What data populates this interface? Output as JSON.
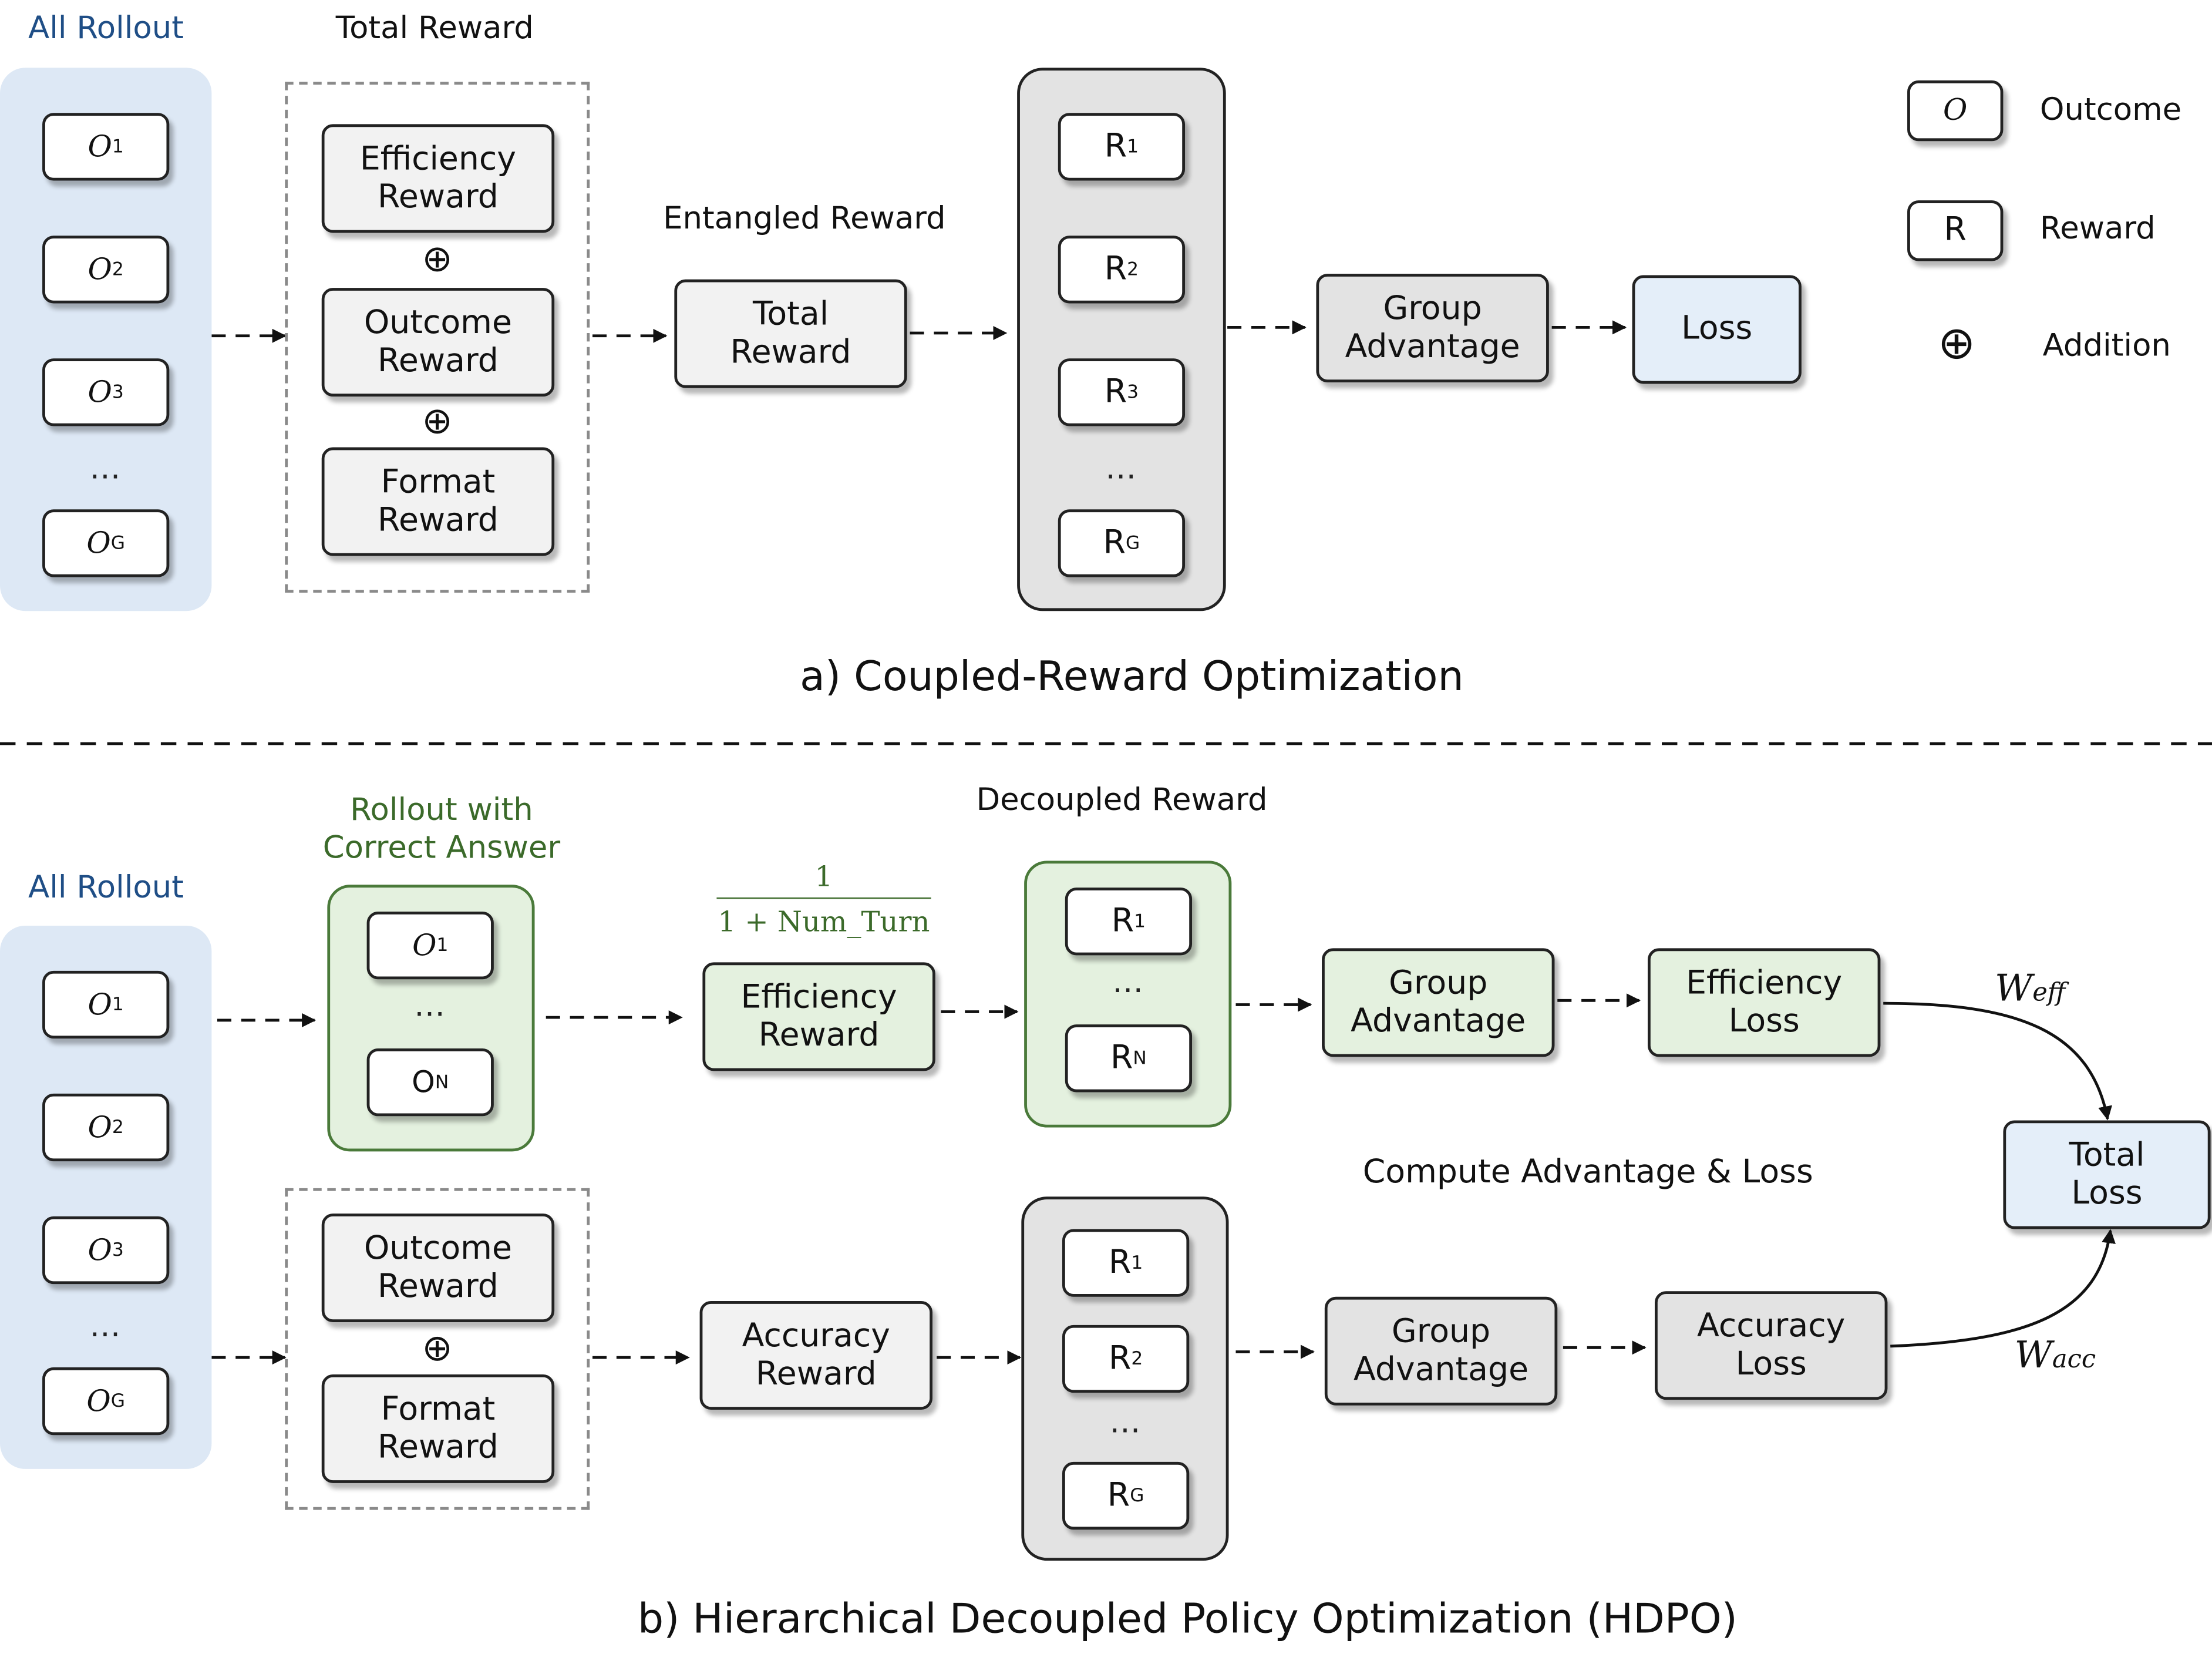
{
  "section_a": {
    "caption": "a) Coupled-Reward Optimization",
    "all_rollout_title": "All Rollout",
    "total_reward_title": "Total Reward",
    "entangled_reward_title": "Entangled Reward",
    "rollouts": [
      {
        "sym": "O",
        "sub": "1"
      },
      {
        "sym": "O",
        "sub": "2"
      },
      {
        "sym": "O",
        "sub": "3"
      },
      {
        "sym": "O",
        "sub": "G"
      }
    ],
    "ellipsis": "…",
    "reward_components": [
      "Efficiency\nReward",
      "Outcome\nReward",
      "Format\nReward"
    ],
    "oplus": "⊕",
    "total_reward_node": "Total\nReward",
    "rewards": [
      {
        "sym": "R",
        "sub": "1"
      },
      {
        "sym": "R",
        "sub": "2"
      },
      {
        "sym": "R",
        "sub": "3"
      },
      {
        "sym": "R",
        "sub": "G"
      }
    ],
    "group_advantage": "Group\nAdvantage",
    "loss": "Loss"
  },
  "legend": {
    "outcome_symbol": "O",
    "outcome_label": "Outcome",
    "reward_symbol": "R",
    "reward_label": "Reward",
    "addition_symbol": "⊕",
    "addition_label": "Addition"
  },
  "section_b": {
    "caption": "b) Hierarchical Decoupled Policy Optimization (HDPO)",
    "all_rollout_title": "All Rollout",
    "correct_rollout_title": "Rollout with\nCorrect Answer",
    "decoupled_reward_title": "Decoupled Reward",
    "compute_title": "Compute Advantage & Loss",
    "rollouts": [
      {
        "sym": "O",
        "sub": "1"
      },
      {
        "sym": "O",
        "sub": "2"
      },
      {
        "sym": "O",
        "sub": "3"
      },
      {
        "sym": "O",
        "sub": "G"
      }
    ],
    "correct_rollouts": [
      {
        "sym": "O",
        "sub": "1"
      },
      {
        "sym": "O",
        "sub": "N"
      }
    ],
    "ellipsis": "…",
    "efficiency_formula": {
      "numerator": "1",
      "denominator": "1 + Num_Turn"
    },
    "efficiency_reward": "Efficiency\nReward",
    "efficiency_rewards": [
      {
        "sym": "R",
        "sub": "1"
      },
      {
        "sym": "R",
        "sub": "N"
      }
    ],
    "efficiency_group_advantage": "Group\nAdvantage",
    "efficiency_loss": "Efficiency\nLoss",
    "weight_eff": {
      "sym": "W",
      "sub": "eff"
    },
    "total_loss": "Total\nLoss",
    "accuracy_components": [
      "Outcome\nReward",
      "Format\nReward"
    ],
    "oplus": "⊕",
    "accuracy_reward": "Accuracy\nReward",
    "accuracy_rewards": [
      {
        "sym": "R",
        "sub": "1"
      },
      {
        "sym": "R",
        "sub": "2"
      },
      {
        "sym": "R",
        "sub": "G"
      }
    ],
    "accuracy_group_advantage": "Group\nAdvantage",
    "accuracy_loss": "Accuracy\nLoss",
    "weight_acc": {
      "sym": "W",
      "sub": "acc"
    }
  }
}
